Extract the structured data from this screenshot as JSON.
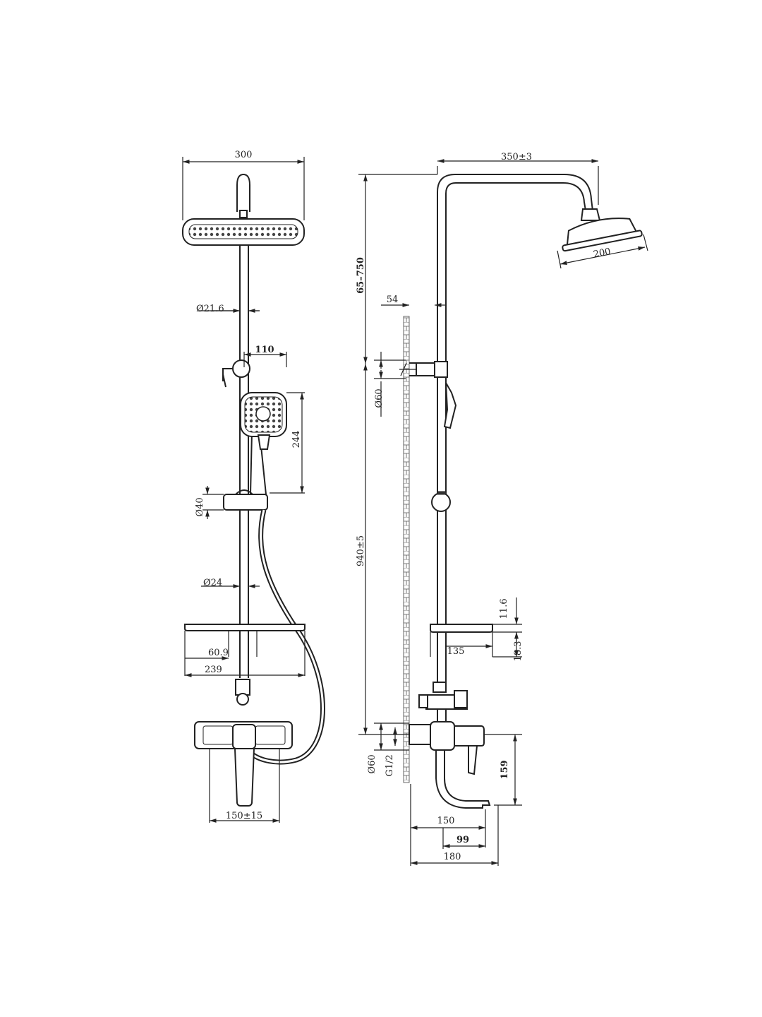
{
  "front_view": {
    "dim_head_width": "300",
    "dim_riser_diameter": "Ø21.6",
    "dim_holder_offset": "110",
    "dim_handshower_length": "244",
    "dim_slider_diameter": "Ø40",
    "dim_rail_diameter": "Ø24",
    "dim_shelf_offset": "60.9",
    "dim_shelf_width": "239",
    "dim_inlet_spacing": "150±15"
  },
  "side_view": {
    "dim_arm_reach": "350±3",
    "dim_head_diameter": "200",
    "dim_height_adjust": "65–750",
    "dim_wall_offset": "54",
    "dim_bracket_diameter": "Ø60",
    "dim_total_height": "940±5",
    "dim_shelf_thickness": "11.6",
    "dim_shelf_height": "18.3",
    "dim_shelf_depth": "135",
    "dim_flange_diameter": "Ø60",
    "dim_thread": "G1/2",
    "dim_spout_drop": "159",
    "dim_spout_150": "150",
    "dim_spout_99": "99",
    "dim_spout_180": "180"
  }
}
